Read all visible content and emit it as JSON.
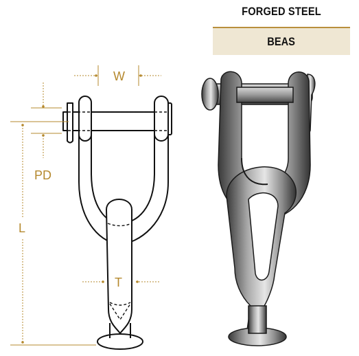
{
  "header": {
    "category": "FORGED STEEL",
    "product": "BEAS"
  },
  "dimensions": {
    "w": "W",
    "pd": "PD",
    "l": "L",
    "t": "T"
  },
  "colors": {
    "accent": "#b98f3c",
    "band": "#efe7d3",
    "dim_text": "#b5892e"
  }
}
